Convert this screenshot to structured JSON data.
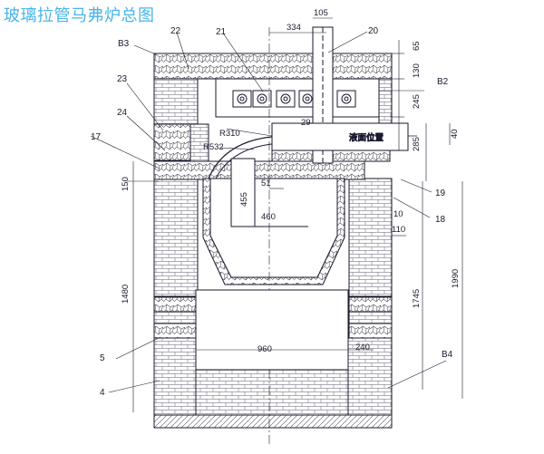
{
  "title": "玻璃拉管马弗炉总图",
  "colors": {
    "title": "#49b4e8",
    "line": "#1a1a2e",
    "hatch": "#7a7a88"
  },
  "part_labels": {
    "b3": "B3",
    "p22": "22",
    "p21": "21",
    "p20": "20",
    "b2": "B2",
    "p23": "23",
    "p24": "24",
    "p17": "17",
    "p19": "19",
    "p18": "18",
    "b4": "B4",
    "p5": "5",
    "p4": "4"
  },
  "dimensions": {
    "d105": "105",
    "d334": "334",
    "d65": "65",
    "d130": "130",
    "d245": "245",
    "d29": "29",
    "d40": "40",
    "r310": "R310",
    "r532": "R532",
    "d285": "285",
    "d150": "150",
    "d455": "455",
    "d51": "51",
    "d460": "460",
    "d10": "10",
    "d110": "110",
    "d1480": "1480",
    "d1745": "1745",
    "d1990": "1990",
    "d960": "960",
    "d240": "240"
  },
  "liquid_level_label": "液面位置"
}
